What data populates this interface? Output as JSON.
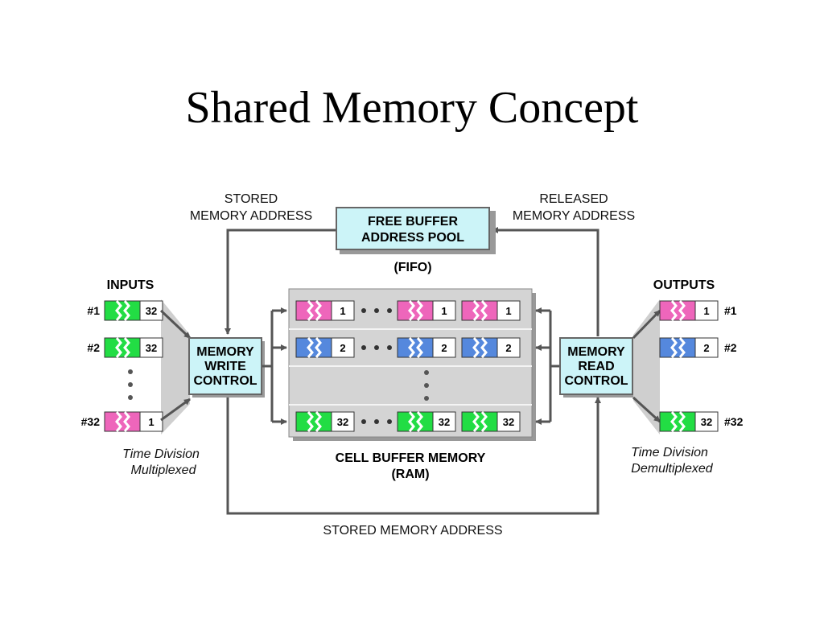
{
  "title": "Shared Memory Concept",
  "labels": {
    "stored_memory_address_top": [
      "STORED",
      "MEMORY ADDRESS"
    ],
    "released_memory_address": [
      "RELEASED",
      "MEMORY ADDRESS"
    ],
    "free_buffer_pool": [
      "FREE BUFFER",
      "ADDRESS POOL"
    ],
    "fifo": "(FIFO)",
    "inputs": "INPUTS",
    "outputs": "OUTPUTS",
    "memory_write_control": [
      "MEMORY",
      "WRITE",
      "CONTROL"
    ],
    "memory_read_control": [
      "MEMORY",
      "READ",
      "CONTROL"
    ],
    "cell_buffer_memory": [
      "CELL BUFFER MEMORY",
      "(RAM)"
    ],
    "stored_memory_address_bottom": "STORED MEMORY ADDRESS",
    "tdm": [
      "Time Division",
      "Multiplexed"
    ],
    "tdd": [
      "Time Division",
      "Demultiplexed"
    ]
  },
  "inputs": [
    {
      "port": "#1",
      "cell": "32",
      "color": "#22dd44"
    },
    {
      "port": "#2",
      "cell": "32",
      "color": "#22dd44"
    },
    {
      "port": "#32",
      "cell": "1",
      "color": "#ee66bb"
    }
  ],
  "outputs": [
    {
      "port": "#1",
      "cell": "1",
      "color": "#ee66bb"
    },
    {
      "port": "#2",
      "cell": "2",
      "color": "#5588dd"
    },
    {
      "port": "#32",
      "cell": "32",
      "color": "#22dd44"
    }
  ],
  "ram_rows": [
    {
      "cell": "1",
      "color": "#ee66bb"
    },
    {
      "cell": "2",
      "color": "#5588dd"
    },
    {
      "cell": "32",
      "color": "#22dd44"
    }
  ],
  "colors": {
    "control_box": "#ccf4f8",
    "ram_bg": "#d4d4d4",
    "line": "#555555"
  }
}
